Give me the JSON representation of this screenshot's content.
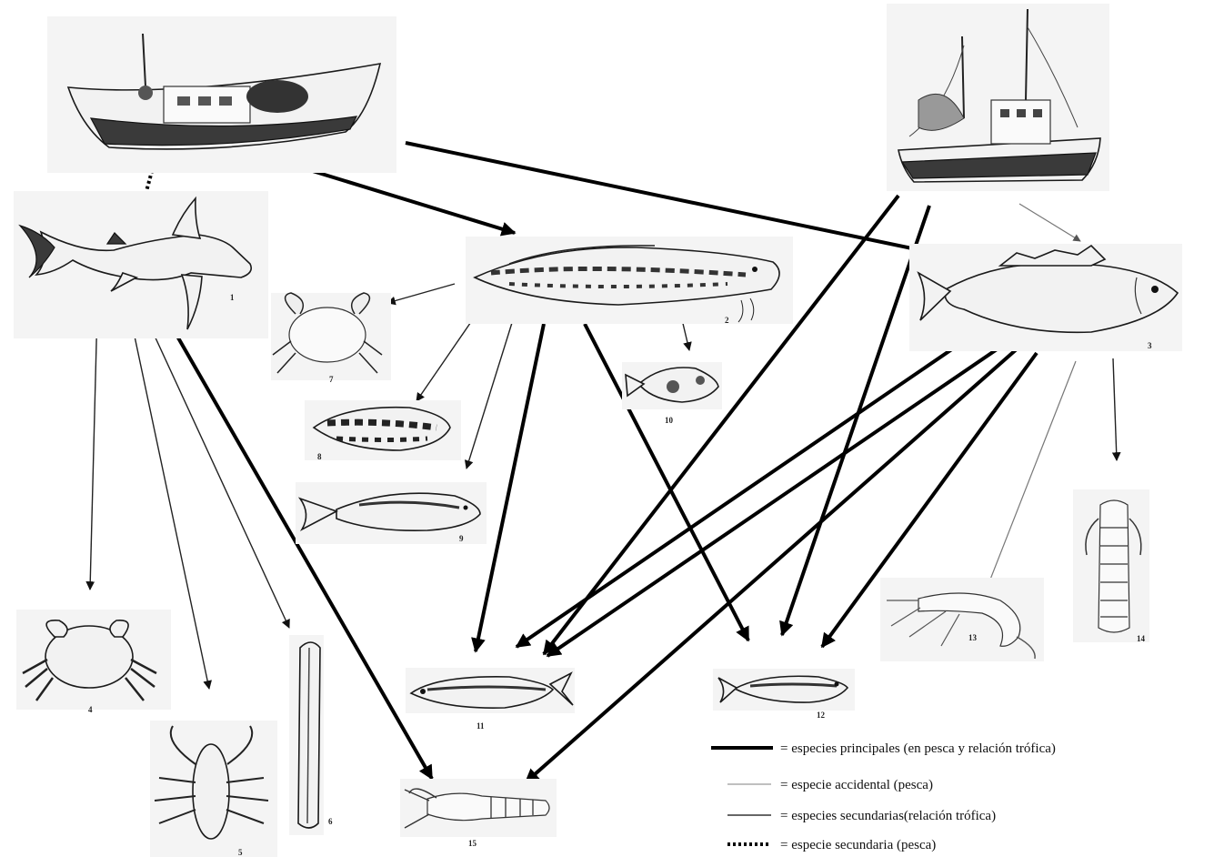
{
  "labels": {
    "n1": "1",
    "n2": "2",
    "n3": "3",
    "n4": "4",
    "n5": "5",
    "n6": "6",
    "n7": "7",
    "n8": "8",
    "n9": "9",
    "n10": "10",
    "n11": "11",
    "n12": "12",
    "n13": "13",
    "n14": "14",
    "n15": "15"
  },
  "legend": [
    {
      "style": "thick",
      "text": "= especies principales (en pesca y relación trófica)"
    },
    {
      "style": "thin-light",
      "text": "= especie accidental (pesca)"
    },
    {
      "style": "thin",
      "text": "= especies secundarias(relación trófica)"
    },
    {
      "style": "dotted",
      "text": "= especie secundaria (pesca)"
    }
  ],
  "icons": {
    "boat_small": "small-fishing-boat-icon",
    "boat_trawler": "trawler-boat-icon",
    "sp1": "hammerhead-shark-icon",
    "sp2": "moray-eel-fish-icon",
    "sp3": "bass-fish-icon",
    "sp4": "crab-icon",
    "sp5": "squat-lobster-icon",
    "sp6": "razor-clam-icon",
    "sp7": "crab-icon",
    "sp8": "grouper-fish-icon",
    "sp9": "small-fish-icon",
    "sp10": "scorpionfish-icon",
    "sp11": "sardine-icon",
    "sp12": "anchovy-icon",
    "sp13": "shrimp-icon",
    "sp14": "mantis-shrimp-icon",
    "sp15": "lobster-icon"
  }
}
